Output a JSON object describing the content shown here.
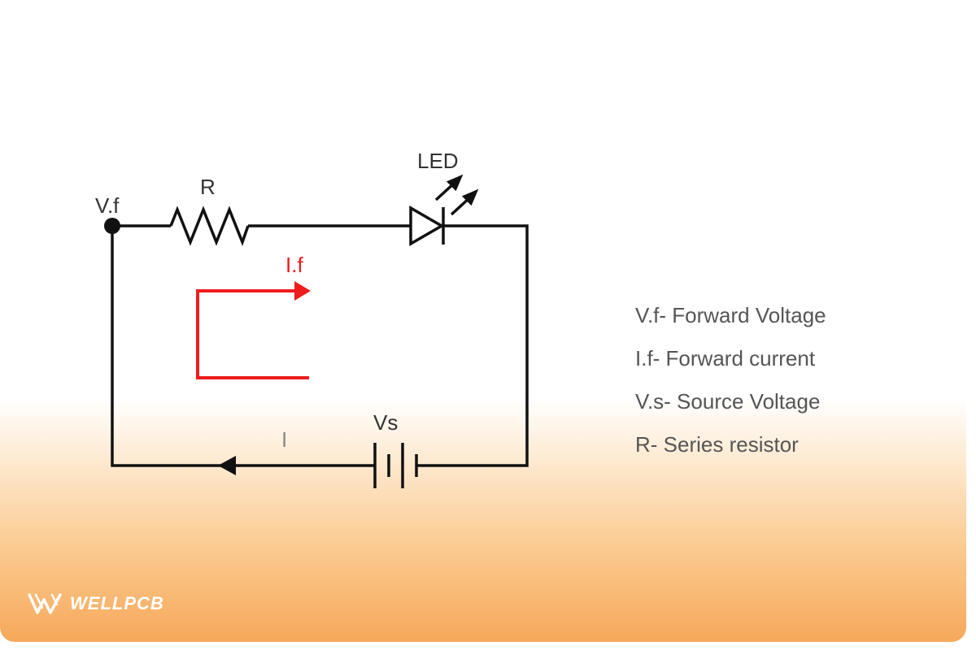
{
  "diagram": {
    "labels": {
      "led": "LED",
      "resistor": "R",
      "forward_voltage_node": "V.f",
      "forward_current": "I.f",
      "source": "Vs",
      "current": "I"
    },
    "colors": {
      "wire": "#111111",
      "forward_current_arrow": "#ee1c1c"
    }
  },
  "legend": [
    "V.f- Forward Voltage",
    "I.f- Forward current",
    "V.s- Source Voltage",
    "R- Series resistor"
  ],
  "brand": {
    "name": "WELLPCB",
    "logo_icon": "wellpcb-w-logo-icon"
  }
}
